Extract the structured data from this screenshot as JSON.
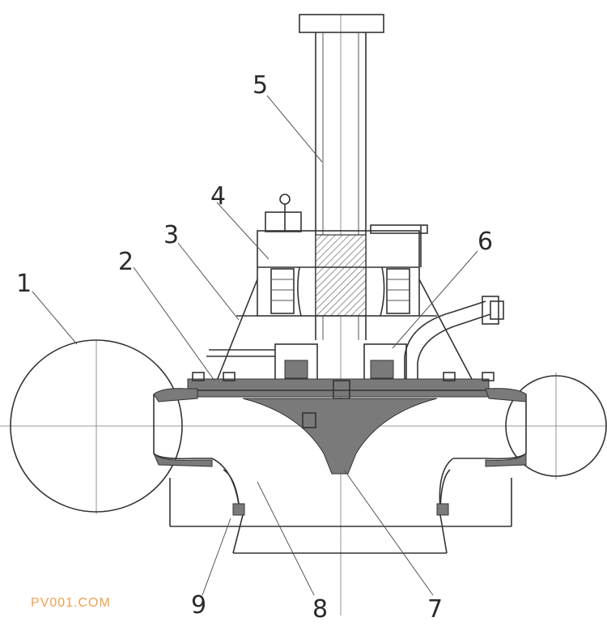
{
  "callouts": [
    {
      "id": "1",
      "label": "1"
    },
    {
      "id": "2",
      "label": "2"
    },
    {
      "id": "3",
      "label": "3"
    },
    {
      "id": "4",
      "label": "4"
    },
    {
      "id": "5",
      "label": "5"
    },
    {
      "id": "6",
      "label": "6"
    },
    {
      "id": "7",
      "label": "7"
    },
    {
      "id": "8",
      "label": "8"
    },
    {
      "id": "9",
      "label": "9"
    }
  ],
  "watermark": "PV001.COM",
  "colors": {
    "line": "#333333",
    "fill": "#7a7a7a",
    "watermark": "#f0a050"
  }
}
